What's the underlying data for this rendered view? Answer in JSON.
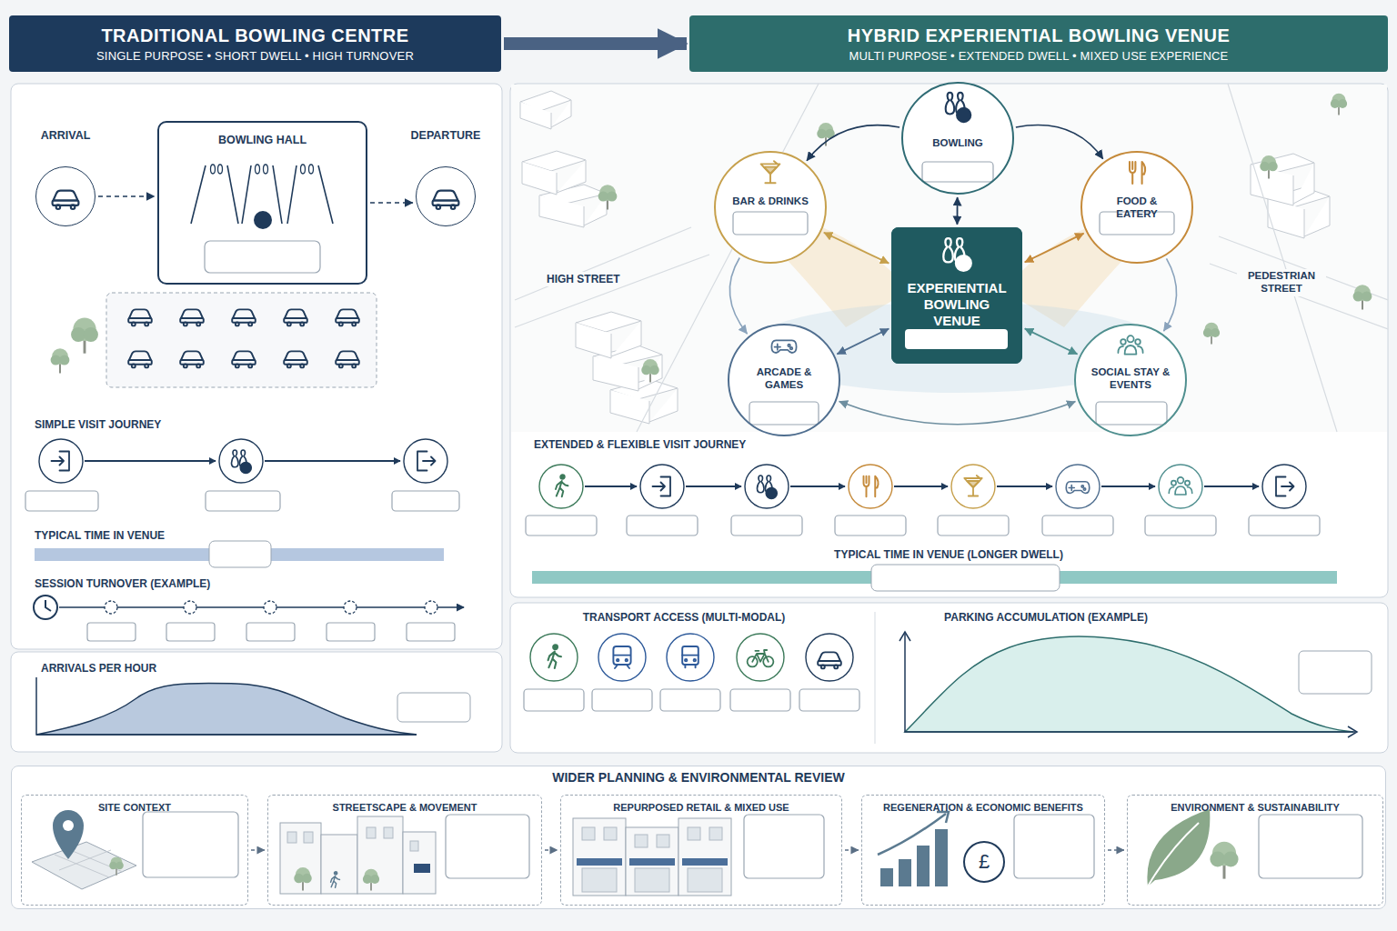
{
  "diagram": {
    "nodes": [
      {
        "text": [
          "TRADITIONAL BOWLING CENTRE",
          "SINGLE PURPOSE • SHORT DWELL • HIGH TURNOVER"
        ]
      },
      {
        "text": [
          "HYBRID EXPERIENTIAL BOWLING VENUE",
          "MULTI PURPOSE • EXTENDED DWELL • MIXED USE EXPERIENCE"
        ]
      },
      {
        "text": [
          "ARRIVAL"
        ]
      },
      {
        "text": [
          "BOWLING HALL"
        ]
      },
      {
        "text": [
          "DEPARTURE"
        ]
      },
      {
        "text": [
          "BOWLING"
        ]
      },
      {
        "text": [
          "BAR & DRINKS"
        ]
      },
      {
        "text": [
          "FOOD & EATERY"
        ]
      },
      {
        "text": [
          "EXPERIENTIAL BOWLING VENUE"
        ]
      },
      {
        "text": [
          "ARCADE & GAMES"
        ]
      },
      {
        "text": [
          "SOCIAL STAY & EVENTS"
        ]
      },
      {
        "text": [
          "WIDER PLANNING & ENVIRONMENTAL REVIEW"
        ]
      },
      {
        "text": [
          "SITE CONTEXT"
        ],
        "in": 11
      },
      {
        "text": [
          "STREETSCAPE & MOVEMENT"
        ],
        "in": 11
      },
      {
        "text": [
          "REPURPOSED RETAIL & MIXED USE"
        ],
        "in": 11
      },
      {
        "text": [
          "REGENERATION & ECONOMIC BENEFITS"
        ],
        "in": 11
      },
      {
        "text": [
          "ENVIRONMENT & SUSTAINABILITY"
        ],
        "in": 11
      }
    ],
    "edges": [
      {
        "from": 0,
        "to": 1,
        "arrow": "to"
      },
      {
        "from": 2,
        "to": 3,
        "arrow": "to"
      },
      {
        "from": 3,
        "to": 4,
        "arrow": "to"
      },
      {
        "from": 5,
        "to": 8,
        "arrow": "both"
      },
      {
        "from": 6,
        "to": 8,
        "arrow": "both"
      },
      {
        "from": 7,
        "to": 8,
        "arrow": "both"
      },
      {
        "from": 9,
        "to": 8,
        "arrow": "both"
      },
      {
        "from": 10,
        "to": 8,
        "arrow": "both"
      },
      {
        "from": 5,
        "to": 6,
        "arrow": "to"
      },
      {
        "from": 5,
        "to": 7,
        "arrow": "to"
      },
      {
        "from": 6,
        "to": 9,
        "arrow": "to"
      },
      {
        "from": 7,
        "to": 10,
        "arrow": "to"
      },
      {
        "from": 9,
        "to": 10,
        "arrow": "both"
      },
      {
        "from": 12,
        "to": 13,
        "arrow": "to"
      },
      {
        "from": 13,
        "to": 14,
        "arrow": "to"
      },
      {
        "from": 14,
        "to": 15,
        "arrow": "to"
      },
      {
        "from": 15,
        "to": 16,
        "arrow": "to"
      }
    ],
    "labels": [
      "HIGH STREET",
      "PEDESTRIAN STREET",
      "SIMPLE VISIT JOURNEY",
      "TYPICAL TIME IN VENUE",
      "SESSION TURNOVER (EXAMPLE)",
      "ARRIVALS PER HOUR",
      "EXTENDED & FLEXIBLE VISIT JOURNEY",
      "TYPICAL TIME IN VENUE (LONGER DWELL)",
      "TRANSPORT ACCESS (MULTI-MODAL)",
      "PARKING ACCUMULATION (EXAMPLE)",
      "£"
    ]
  }
}
